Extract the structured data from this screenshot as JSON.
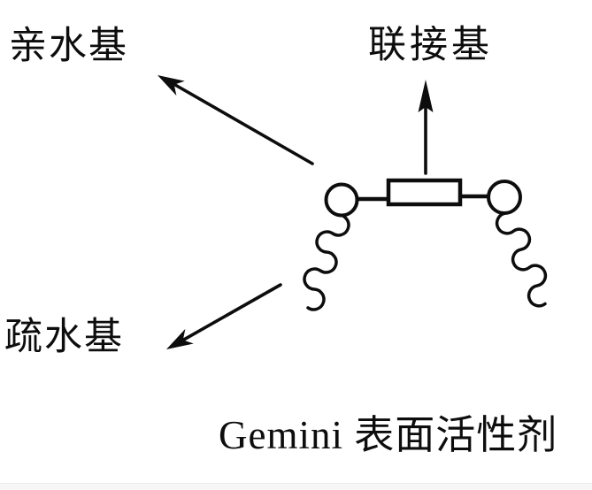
{
  "page": {
    "background": "#ffffff",
    "ink": "#0d0d0d",
    "footer_strip_color": "#f6f6f7",
    "footer_strip_border": "#ececec"
  },
  "labels": {
    "hydrophilic": "亲水基",
    "linker": "联接基",
    "hydrophobic": "疏水基"
  },
  "caption": "Gemini 表面活性剂",
  "diagram": {
    "type": "schematic",
    "subject": "Gemini surfactant molecular structure",
    "shapes": [
      "head-group-circle-left",
      "head-group-circle-right",
      "spacer-rectangle",
      "hydrophobic-tail-left",
      "hydrophobic-tail-right",
      "arrow-to-hydrophilic-label",
      "arrow-to-linker-label",
      "arrow-to-hydrophobic-label"
    ]
  }
}
